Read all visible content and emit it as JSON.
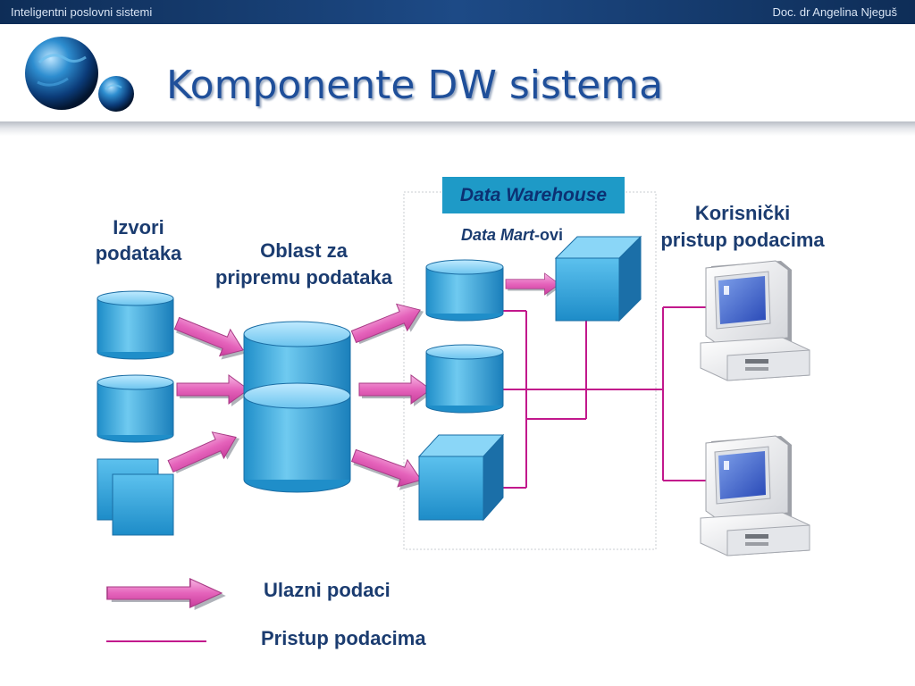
{
  "header": {
    "left_text": "Inteligentni poslovni sistemi",
    "right_text": "Doc. dr Angelina Njeguš"
  },
  "title": "Komponente DW sistema",
  "diagram": {
    "sources_label_line1": "Izvori",
    "sources_label_line2": "podataka",
    "staging_label_line1": "Oblast za",
    "staging_label_line2": "pripremu podataka",
    "warehouse_label": "Data Warehouse",
    "datamart_label_italic": "Data Mart",
    "datamart_label_suffix": "-ovi",
    "users_label_line1": "Korisnički",
    "users_label_line2": "pristup podacima"
  },
  "legend": {
    "input_label": "Ulazni podaci",
    "access_label": "Pristup podacima"
  },
  "colors": {
    "accent_cyan": "#1e9ac7",
    "arrow_pink": "#e05fb6",
    "access_line": "#c2188c",
    "title_blue": "#1f4f9a"
  }
}
